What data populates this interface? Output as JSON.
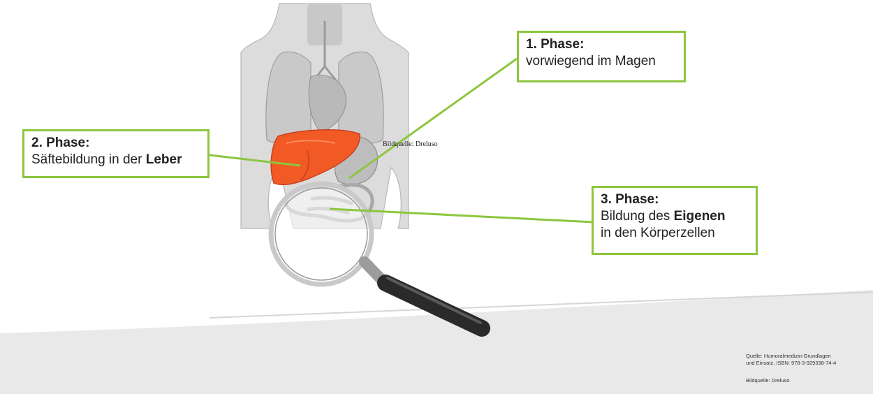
{
  "illustration": {
    "watermark": "Bildquelle: Dreluso",
    "organs": [
      "body-silhouette-icon",
      "liver-icon",
      "stomach-icon",
      "intestine-icon",
      "lungs-icon",
      "magnifying-glass-icon"
    ]
  },
  "callouts": [
    {
      "heading": "1. Phase:",
      "line1": "vorwiegend im Magen"
    },
    {
      "heading": "2. Phase:",
      "line1_pre": "Säftebildung in der ",
      "line1_bold": "Leber"
    },
    {
      "heading": "3. Phase:",
      "line1_pre": "Bildung des ",
      "line1_bold": "Eigenen",
      "line2": "in den Körperzellen"
    }
  ],
  "footer": {
    "source_line1": "Quelle: Humoralmedizin-Grundlagen",
    "source_line2": "und Einsatz, ISBN: 978-3-929338-74-4",
    "image_credit": "Bildquelle: Dreluso"
  },
  "colors": {
    "accent": "#8cc63f",
    "liver": "#f15a24",
    "footer_band": "#e9e9e9"
  }
}
